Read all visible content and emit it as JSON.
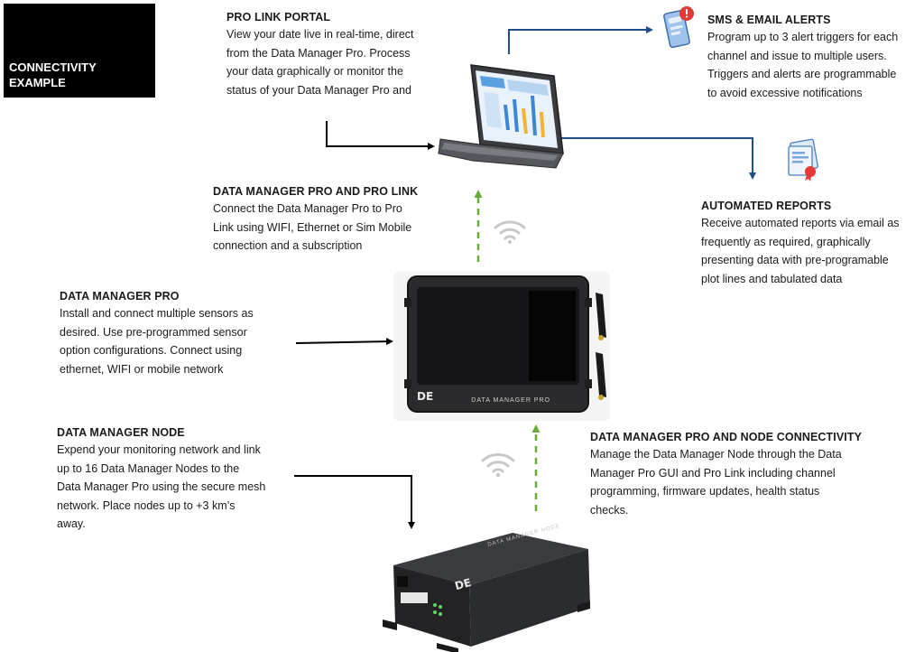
{
  "badge": {
    "line1": "CONNECTIVITY",
    "line2": "EXAMPLE"
  },
  "blocks": {
    "portal": {
      "heading": "PRO LINK PORTAL",
      "lines": [
        "View your date live in real-time, direct",
        "from the Data Manager Pro. Process",
        "your data graphically or monitor the",
        "status of your Data Manager Pro and"
      ]
    },
    "alerts": {
      "heading": "SMS & EMAIL ALERTS",
      "lines": [
        "Program up to 3 alert triggers for each",
        "channel and issue to multiple users.",
        "Triggers and alerts are programmable",
        "to avoid excessive notifications"
      ]
    },
    "prolink": {
      "heading": "DATA MANAGER PRO AND PRO LINK",
      "lines": [
        "Connect the Data Manager Pro to Pro",
        "Link using WIFI, Ethernet or Sim Mobile",
        "connection and a subscription"
      ]
    },
    "reports": {
      "heading": "AUTOMATED REPORTS",
      "lines": [
        "Receive automated reports via email as",
        "frequently as required, graphically",
        "presenting data with pre-programable",
        "plot lines and tabulated data"
      ]
    },
    "pro": {
      "heading": "DATA MANAGER PRO",
      "lines": [
        "Install and connect multiple sensors as",
        "desired. Use pre-programmed sensor",
        "option configurations. Connect using",
        "ethernet, WIFI or mobile network"
      ]
    },
    "node": {
      "heading": "DATA MANAGER NODE",
      "lines": [
        "Expend your monitoring network and link",
        "up to 16 Data Manager Nodes to the",
        "Data Manager Pro using the secure mesh",
        "network. Place nodes up to +3 km’s",
        "away."
      ]
    },
    "nodeconn": {
      "heading": "DATA MANAGER PRO AND NODE CONNECTIVITY",
      "lines": [
        "Manage the Data Manager Node through the Data",
        "Manager Pro GUI and Pro Link including channel",
        "programming, firmware updates, health status",
        "checks."
      ]
    }
  },
  "devices": {
    "pro_label": "DATA MANAGER PRO",
    "node_label": "DATA MANAGER NODE",
    "logo": "DE"
  },
  "colors": {
    "arrow_black": "#000000",
    "arrow_blue": "#1f4e8c",
    "arrow_green": "#6aaa3a",
    "device_body": "#2b2b2d",
    "wifi": "#c8c8c8"
  }
}
